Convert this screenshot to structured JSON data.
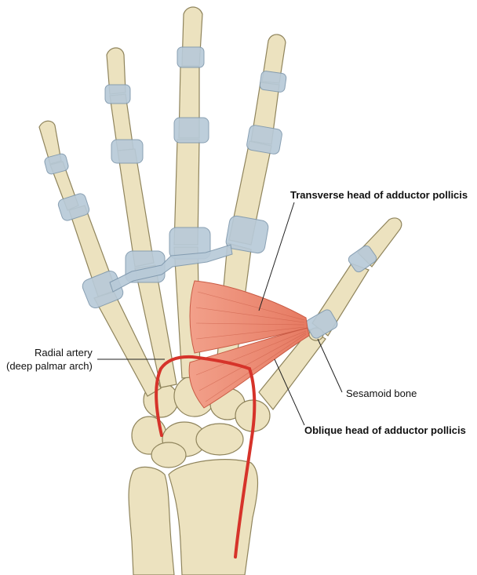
{
  "labels": {
    "transverse_head": "Transverse head of adductor pollicis",
    "radial_artery_line1": "Radial artery",
    "radial_artery_line2": "(deep palmar arch)",
    "sesamoid_bone": "Sesamoid bone",
    "oblique_head": "Oblique head of adductor pollicis"
  },
  "colors": {
    "background": "#ffffff",
    "bone_fill": "#ece2bf",
    "bone_stroke": "#8f845c",
    "ligament_fill": "#b8cad8",
    "ligament_stroke": "#7f98ad",
    "muscle_fill": "#ee8c74",
    "muscle_stroke": "#c85a44",
    "artery": "#d6332a",
    "leader_line": "#222222"
  }
}
